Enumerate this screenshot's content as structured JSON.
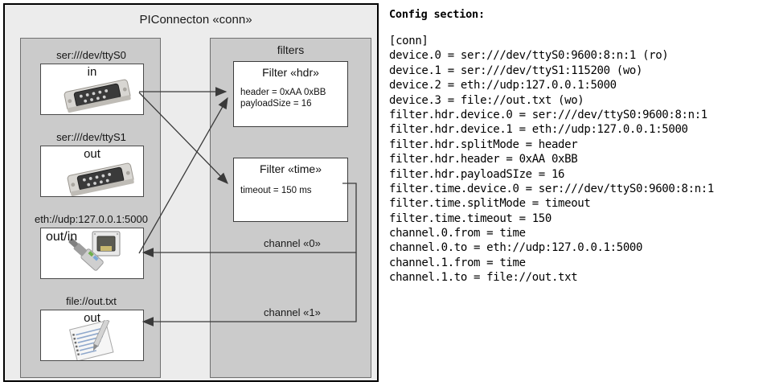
{
  "diagram": {
    "title": "PIConnecton «conn»",
    "devices_group": {
      "title": ""
    },
    "filters_group": {
      "title": "filters"
    },
    "devices": [
      {
        "name": "device-serial-0",
        "label": "ser:///dev/ttyS0",
        "direction": "in",
        "icon": "serial-port-icon"
      },
      {
        "name": "device-serial-1",
        "label": "ser:///dev/ttyS1",
        "direction": "out",
        "icon": "serial-port-icon"
      },
      {
        "name": "device-eth",
        "label": "eth://udp:127.0.0.1:5000",
        "direction": "out/in",
        "icon": "ethernet-jack-icon"
      },
      {
        "name": "device-file",
        "label": "file://out.txt",
        "direction": "out",
        "icon": "text-document-icon"
      }
    ],
    "filters": [
      {
        "name": "filter-hdr",
        "title": "Filter «hdr»",
        "props": [
          "header = 0xAA 0xBB",
          "payloadSize = 16"
        ]
      },
      {
        "name": "filter-time",
        "title": "Filter «time»",
        "props": [
          "timeout = 150 ms"
        ]
      }
    ],
    "channels": [
      {
        "name": "channel-0",
        "label": "channel «0»"
      },
      {
        "name": "channel-1",
        "label": "channel «1»"
      }
    ]
  },
  "config": {
    "heading": "Config section:",
    "lines": [
      "[conn]",
      "device.0 = ser:///dev/ttyS0:9600:8:n:1 (ro)",
      "device.1 = ser:///dev/ttyS1:115200 (wo)",
      "device.2 = eth://udp:127.0.0.1:5000",
      "device.3 = file://out.txt (wo)",
      "filter.hdr.device.0 = ser:///dev/ttyS0:9600:8:n:1",
      "filter.hdr.device.1 = eth://udp:127.0.0.1:5000",
      "filter.hdr.splitMode = header",
      "filter.hdr.header = 0xAA 0xBB",
      "filter.hdr.payloadSIze = 16",
      "filter.time.device.0 = ser:///dev/ttyS0:9600:8:n:1",
      "filter.time.splitMode = timeout",
      "filter.time.timeout = 150",
      "channel.0.from = time",
      "channel.0.to = eth://udp:127.0.0.1:5000",
      "channel.1.from = time",
      "channel.1.to = file://out.txt"
    ]
  },
  "colors": {
    "frame_border": "#000000",
    "canvas_bg": "#ececec",
    "group_bg": "#cbcbcb",
    "group_border": "#707070",
    "box_bg": "#ffffff",
    "box_border": "#3c3c3c",
    "connector": "#3a3a3a",
    "text": "#111111"
  }
}
